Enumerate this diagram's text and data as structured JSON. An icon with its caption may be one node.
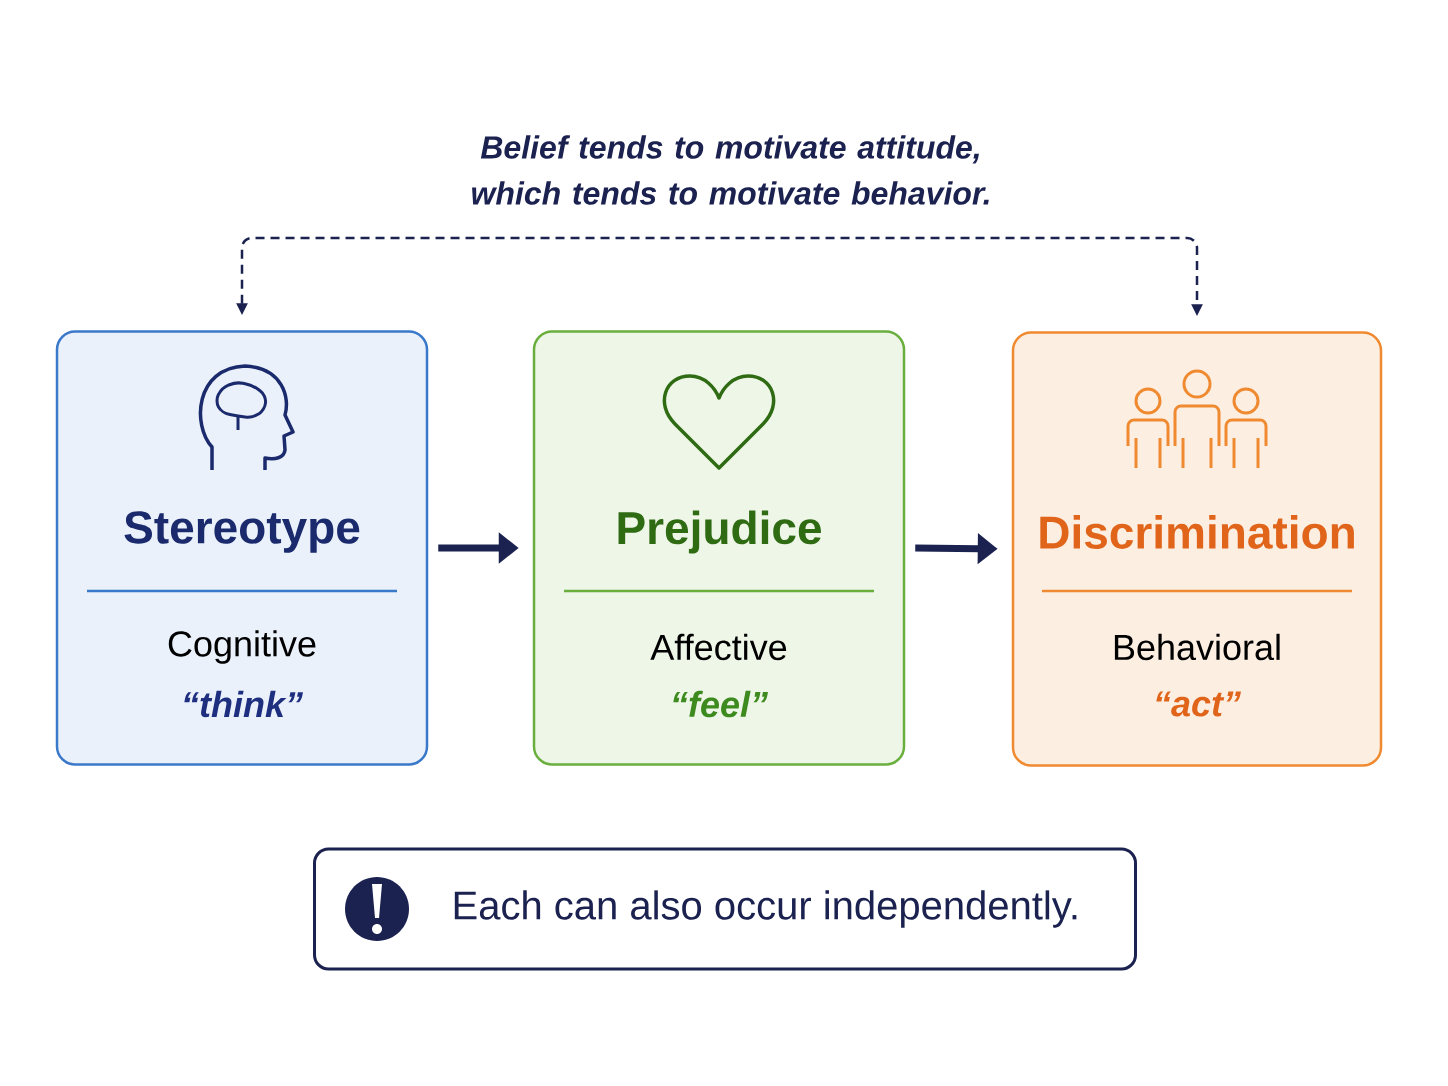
{
  "diagram": {
    "nodes": [
      {
        "text": [
          "Stereotype",
          "Cognitive",
          "“think”"
        ]
      },
      {
        "text": [
          "Prejudice",
          "Affective",
          "“feel”"
        ]
      },
      {
        "text": [
          "Discrimination",
          "Behavioral",
          "“act”"
        ]
      },
      {
        "text": [
          "Each can also occur independently."
        ]
      }
    ],
    "edges": [
      {
        "from": 0,
        "to": 1,
        "arrow": "to"
      },
      {
        "from": 1,
        "to": 2,
        "arrow": "to"
      },
      {
        "from": 0,
        "to": 2,
        "arrow": "both",
        "style": "dashed",
        "label": "Belief tends to motivate attitude, which tends to motivate behavior."
      }
    ]
  }
}
